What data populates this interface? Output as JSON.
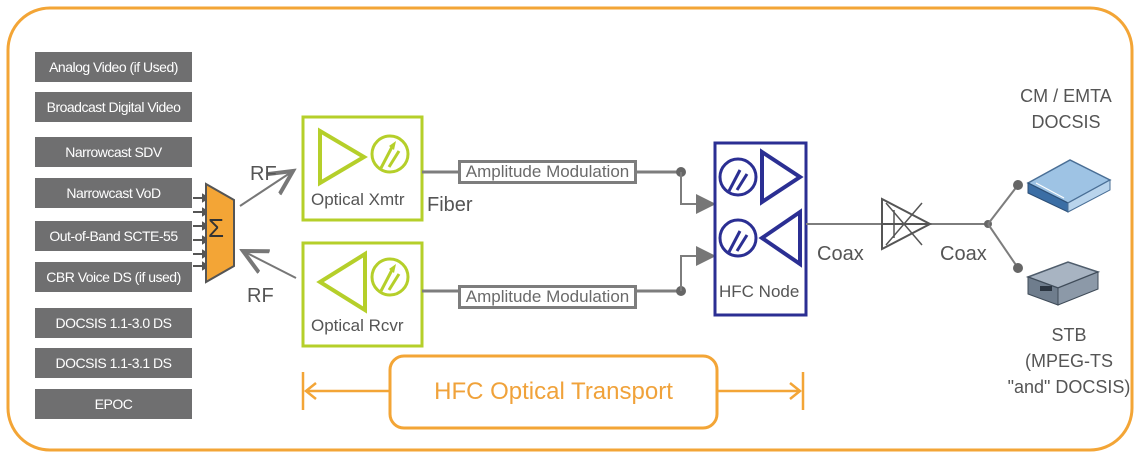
{
  "sources": [
    "Analog Video (if Used)",
    "Broadcast Digital Video",
    "Narrowcast SDV",
    "Narrowcast VoD",
    "Out-of-Band SCTE-55",
    "CBR Voice DS (if used)",
    "DOCSIS 1.1-3.0 DS",
    "DOCSIS 1.1-3.1 DS",
    "EPOC"
  ],
  "combiner": {
    "symbol": "Σ"
  },
  "labels": {
    "rf_top": "RF",
    "rf_bottom": "RF",
    "fiber": "Fiber",
    "coax_left": "Coax",
    "coax_right": "Coax"
  },
  "optical_xmtr": {
    "label": "Optical Xmtr"
  },
  "optical_rcvr": {
    "label": "Optical Rcvr"
  },
  "amplitude_modulation_top": "Amplitude Modulation",
  "amplitude_modulation_bottom": "Amplitude Modulation",
  "hfc_node": {
    "label": "HFC Node"
  },
  "transport": {
    "label": "HFC Optical Transport"
  },
  "devices": {
    "cm": {
      "line1": "CM / EMTA",
      "line2": "DOCSIS"
    },
    "stb": {
      "line1": "STB",
      "line2": "(MPEG-TS",
      "line3": "\"and\" DOCSIS)"
    }
  },
  "colors": {
    "frame": "#f3a536",
    "optical": "#b5cf2a",
    "node": "#2b2f93",
    "combiner": "#f3a536",
    "source_box": "#6f6f70"
  }
}
